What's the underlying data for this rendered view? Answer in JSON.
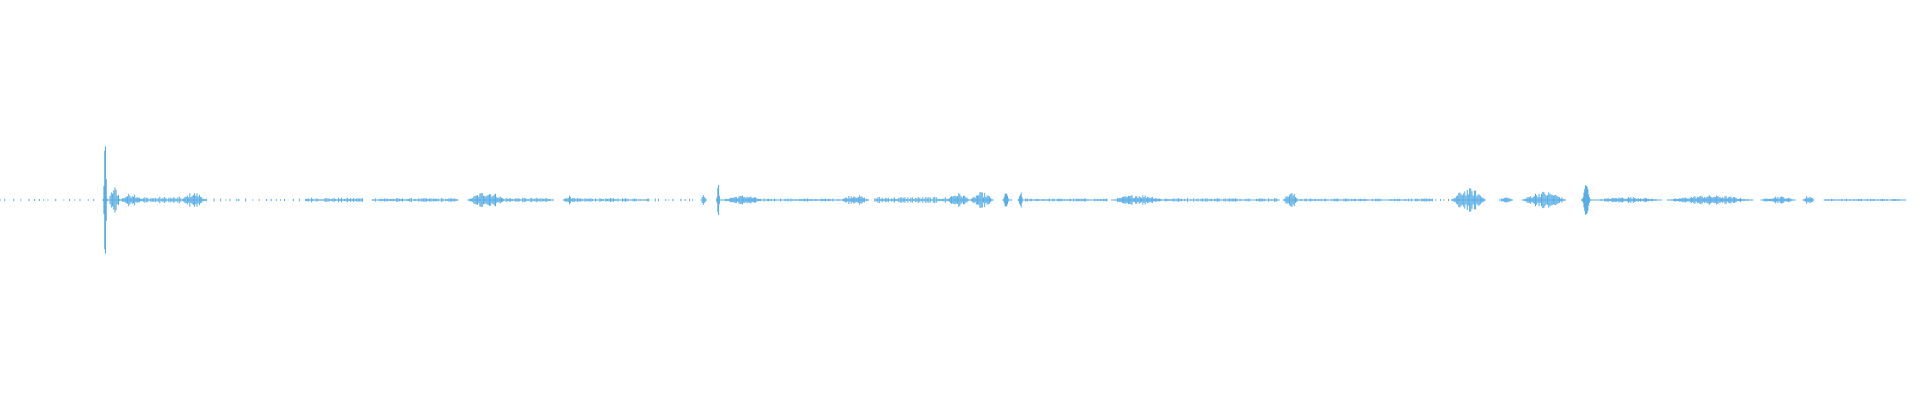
{
  "waveform": {
    "color": "#5aaee6",
    "background": "#ffffff",
    "segments": [
      {
        "start": 0.0,
        "end": 0.018,
        "amp": 0.004,
        "style": "dotted"
      },
      {
        "start": 0.018,
        "end": 0.05,
        "amp": 0.003,
        "style": "dotted"
      },
      {
        "start": 0.054,
        "end": 0.057,
        "amp": 0.2,
        "style": "spike"
      },
      {
        "start": 0.057,
        "end": 0.063,
        "amp": 0.035,
        "style": "burst"
      },
      {
        "start": 0.063,
        "end": 0.075,
        "amp": 0.018,
        "style": "burst"
      },
      {
        "start": 0.075,
        "end": 0.095,
        "amp": 0.008,
        "style": "solid"
      },
      {
        "start": 0.095,
        "end": 0.108,
        "amp": 0.02,
        "style": "burst"
      },
      {
        "start": 0.108,
        "end": 0.125,
        "amp": 0.004,
        "style": "dotted"
      },
      {
        "start": 0.125,
        "end": 0.16,
        "amp": 0.004,
        "style": "dotted"
      },
      {
        "start": 0.16,
        "end": 0.19,
        "amp": 0.006,
        "style": "solid"
      },
      {
        "start": 0.195,
        "end": 0.24,
        "amp": 0.005,
        "style": "solid"
      },
      {
        "start": 0.245,
        "end": 0.265,
        "amp": 0.022,
        "style": "burst"
      },
      {
        "start": 0.265,
        "end": 0.29,
        "amp": 0.006,
        "style": "solid"
      },
      {
        "start": 0.295,
        "end": 0.3,
        "amp": 0.012,
        "style": "burst"
      },
      {
        "start": 0.3,
        "end": 0.34,
        "amp": 0.005,
        "style": "solid"
      },
      {
        "start": 0.34,
        "end": 0.365,
        "amp": 0.004,
        "style": "dotted"
      },
      {
        "start": 0.367,
        "end": 0.37,
        "amp": 0.02,
        "style": "burst"
      },
      {
        "start": 0.375,
        "end": 0.378,
        "amp": 0.045,
        "style": "spike"
      },
      {
        "start": 0.378,
        "end": 0.4,
        "amp": 0.012,
        "style": "burst"
      },
      {
        "start": 0.4,
        "end": 0.44,
        "amp": 0.004,
        "style": "solid"
      },
      {
        "start": 0.44,
        "end": 0.455,
        "amp": 0.014,
        "style": "burst"
      },
      {
        "start": 0.458,
        "end": 0.495,
        "amp": 0.008,
        "style": "solid"
      },
      {
        "start": 0.495,
        "end": 0.508,
        "amp": 0.018,
        "style": "burst"
      },
      {
        "start": 0.508,
        "end": 0.52,
        "amp": 0.02,
        "style": "burst"
      },
      {
        "start": 0.525,
        "end": 0.53,
        "amp": 0.025,
        "style": "spike"
      },
      {
        "start": 0.533,
        "end": 0.537,
        "amp": 0.022,
        "style": "spike"
      },
      {
        "start": 0.537,
        "end": 0.58,
        "amp": 0.004,
        "style": "solid"
      },
      {
        "start": 0.582,
        "end": 0.61,
        "amp": 0.014,
        "style": "burst"
      },
      {
        "start": 0.61,
        "end": 0.67,
        "amp": 0.005,
        "style": "solid"
      },
      {
        "start": 0.672,
        "end": 0.68,
        "amp": 0.02,
        "style": "burst"
      },
      {
        "start": 0.68,
        "end": 0.75,
        "amp": 0.004,
        "style": "solid"
      },
      {
        "start": 0.75,
        "end": 0.765,
        "amp": 0.003,
        "style": "dotted"
      },
      {
        "start": 0.76,
        "end": 0.778,
        "amp": 0.03,
        "style": "burst"
      },
      {
        "start": 0.785,
        "end": 0.792,
        "amp": 0.008,
        "style": "burst"
      },
      {
        "start": 0.797,
        "end": 0.82,
        "amp": 0.022,
        "style": "burst"
      },
      {
        "start": 0.828,
        "end": 0.835,
        "amp": 0.05,
        "style": "spike"
      },
      {
        "start": 0.835,
        "end": 0.87,
        "amp": 0.008,
        "style": "burst"
      },
      {
        "start": 0.873,
        "end": 0.918,
        "amp": 0.012,
        "style": "burst"
      },
      {
        "start": 0.922,
        "end": 0.94,
        "amp": 0.01,
        "style": "burst"
      },
      {
        "start": 0.944,
        "end": 0.95,
        "amp": 0.012,
        "style": "burst"
      },
      {
        "start": 0.955,
        "end": 0.998,
        "amp": 0.003,
        "style": "solid"
      }
    ]
  }
}
